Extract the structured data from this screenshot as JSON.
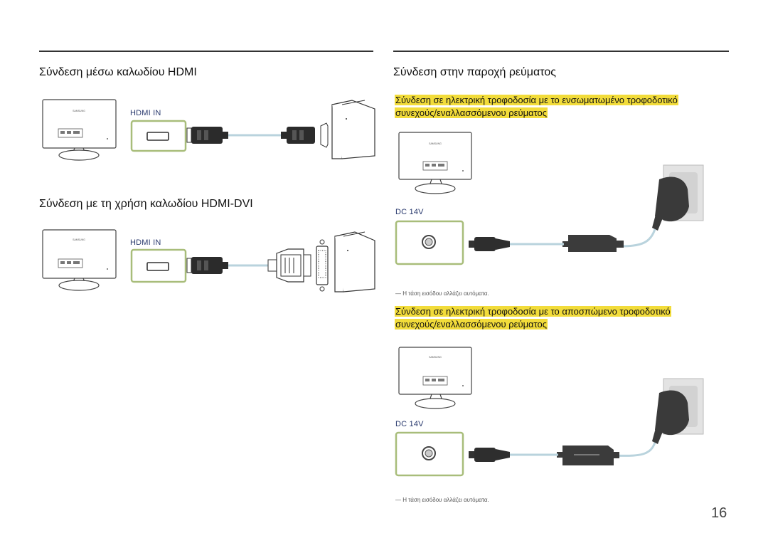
{
  "left": {
    "hdmi_title": "Σύνδεση μέσω καλωδίου HDMI",
    "hdmi_port_label": "HDMI IN",
    "dvi_title": "Σύνδεση με τη χρήση καλωδίου HDMI-DVI",
    "dvi_port_label": "HDMI IN"
  },
  "right": {
    "power_title": "Σύνδεση στην παροχή ρεύματος",
    "builtin_heading_line1": "Σύνδεση σε ηλεκτρική τροφοδοσία με το ενσωματωμένο τροφοδοτικό",
    "builtin_heading_line2": "συνεχούς/εναλλασσόμενου ρεύματος",
    "builtin_port_label": "DC 14V",
    "builtin_note": "― Η τάση εισόδου αλλάζει αυτόματα.",
    "detached_heading_line1": "Σύνδεση σε ηλεκτρική τροφοδοσία με το αποσπώμενο τροφοδοτικό",
    "detached_heading_line2": "συνεχούς/εναλλασσόμενου ρεύματος",
    "detached_port_label": "DC 14V",
    "detached_note": "― Η τάση εισόδου αλλάζει αυτόματα."
  },
  "brand_text": "SAMSUNG",
  "page_number": "16",
  "colors": {
    "highlight": "#f2dc3a",
    "port_frame": "#a8bd7a",
    "cable": "#b9d3dd",
    "label_blue": "#2a3a6e"
  }
}
